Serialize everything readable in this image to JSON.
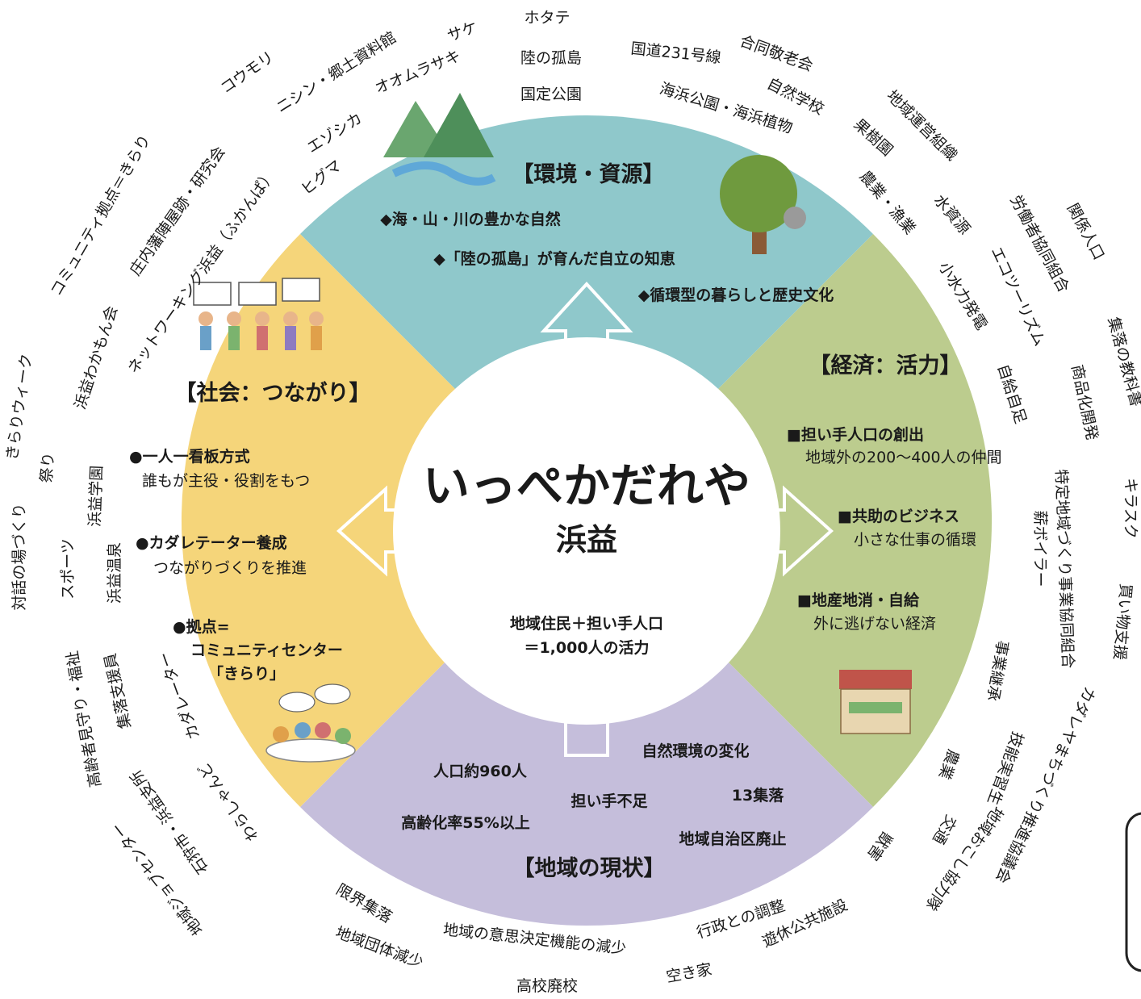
{
  "colors": {
    "environment": "#8fc8cb",
    "economy": "#bccc8e",
    "status": "#c5bedb",
    "society": "#f5d57a",
    "center": "#ffffff"
  },
  "center": {
    "title": "いっぺかだれや",
    "subtitle": "浜益",
    "population_line1": "地域住民＋担い手人口",
    "population_line2": "＝1,000人の活力"
  },
  "environment": {
    "heading": "【環境・資源】",
    "items": [
      "◆海・山・川の豊かな自然",
      "◆「陸の孤島」が育んだ自立の知恵",
      "◆循環型の暮らしと歴史文化"
    ]
  },
  "economy": {
    "heading": "【経済：活力】",
    "items": [
      {
        "title": "■担い手人口の創出",
        "desc": "地域外の200〜400人の仲間"
      },
      {
        "title": "■共助のビジネス",
        "desc": "小さな仕事の循環"
      },
      {
        "title": "■地産地消・自給",
        "desc": "外に逃げない経済"
      }
    ]
  },
  "society": {
    "heading": "【社会：つながり】",
    "items": [
      {
        "title": "●一人一看板方式",
        "desc": "誰もが主役・役割をもつ"
      },
      {
        "title": "●カダレテーター養成",
        "desc": "つながりづくりを推進"
      },
      {
        "title": "●拠点=",
        "desc": "コミュニティセンター",
        "desc2": "「きらり」"
      }
    ]
  },
  "status": {
    "heading": "【地域の現状】",
    "items": [
      "自然環境の変化",
      "人口約960人",
      "担い手不足",
      "13集落",
      "高齢化率55%以上",
      "地域自治区廃止"
    ]
  },
  "outer_words": {
    "top": [
      "ホタテ",
      "サケ",
      "陸の孤島",
      "国道231号線",
      "合同敬老会",
      "国定公園",
      "海浜公園・海浜植物",
      "自然学校",
      "オオムラサキ",
      "ニシン・郷土資料館",
      "コウモリ",
      "エゾシカ",
      "ヒグマ"
    ],
    "right": [
      "地域運営組織",
      "果樹園",
      "農業・漁業",
      "水資源",
      "労働者協同組合",
      "関係人口",
      "小水力発電",
      "エコツーリズム",
      "集落の教科書",
      "自給自足",
      "商品化開発",
      "特定地域づくり事業協同組合",
      "キラスク",
      "薪ボイラー",
      "買い物支援",
      "事業継承",
      "カダレヤまちづくり推進協議会",
      "技能実習生",
      "農業",
      "交通",
      "地域おこし協力隊",
      "獣害"
    ],
    "bottom": [
      "遊休公共施設",
      "行政との調整",
      "空き家",
      "高校廃校",
      "地域の意思決定機能の減少",
      "地域団体減少",
      "限界集落"
    ],
    "left": [
      "コミュニティ拠点＝きらり",
      "庄内藩陣屋跡・研究会",
      "ネットワーキング浜益（ふかんぱ）",
      "浜益わかもん会",
      "きらりウィーク",
      "祭り",
      "浜益学園",
      "対話の場づくり",
      "スポーツ",
      "浜益温泉",
      "高齢者見守り・福祉",
      "集落支援員",
      "カダレーター",
      "わらしゃんど",
      "石狩市・浜益支所",
      "地域ジョブセンター"
    ]
  }
}
